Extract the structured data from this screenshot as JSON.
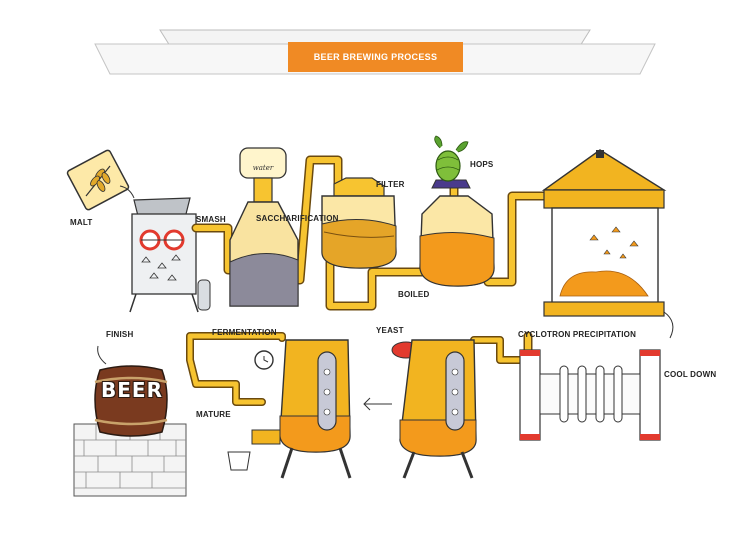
{
  "header": {
    "title": "BEER BREWING PROCESS",
    "accent_color": "#f08a24"
  },
  "steps": {
    "malt": "MALT",
    "smash": "SMASH",
    "saccharification": "SACCHARIFICATION",
    "filter": "FILTER",
    "hops": "HOPS",
    "boiled": "BOILED",
    "cyclotron": "CYCLOTRON PRECIPITATION",
    "cool_down": "COOL DOWN",
    "yeast": "YEAST",
    "fermentation": "FERMENTATION",
    "finish": "FINISH",
    "mature": "MATURE"
  },
  "illustration": {
    "water_tank_label": "water",
    "barrel_label": "BEER"
  },
  "colors": {
    "pipe": "#f7c430",
    "pipe_outline": "#6b4a0e",
    "tank_gold": "#f2b420",
    "wort_orange": "#f39a1c",
    "liquid_gray": "#8c8a9a",
    "barrel_brown": "#7a3a1f"
  }
}
